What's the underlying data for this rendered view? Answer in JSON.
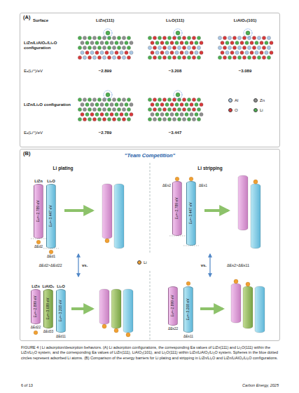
{
  "diagram": {
    "caption": "FIGURE 4 | Li adsorption/desorption behaviors. (A) Li adsorption configurations, the corresponding Ea values of LiZn(111) and Li₂O(111) within the LiZn/Li₂O system, and the corresponding Ea values of LiZn(111), LiAlO₂(101), and Li₂O(111) within LiZn/LiAlO₂/Li₂O system. Spheres in the blue dotted circles represent adsorbed Li atoms. (B) Comparison of the energy barriers for Li plating and stripping in LiZn/Li₂O and LiZn/LiAlO₂/Li₂O configurations.",
    "nodes": [
      {
        "text": [
          "(A)"
        ]
      },
      {
        "text": [
          "(B)"
        ]
      },
      {
        "text": [
          "LiZn",
          "Eₐ=−2.789 eV"
        ],
        "in": 1
      },
      {
        "text": [
          "Li₂O",
          "Eₐ=−3.447 eV"
        ],
        "in": 1
      },
      {
        "text": [
          "Eₐ=−2.789 eV"
        ],
        "in": 1
      },
      {
        "text": [
          "Eₐ=−3.447 eV"
        ],
        "in": 1
      },
      {
        "text": [
          "LiZn",
          "Eₐ=−2.899 eV"
        ],
        "in": 1
      },
      {
        "text": [
          "LiAlO₂",
          "Eₐ=−3.089 eV"
        ],
        "in": 1
      },
      {
        "text": [
          "Li₂O",
          "Eₐ=−3.208 eV"
        ],
        "in": 1
      },
      {
        "text": [
          "Eₐ=−2.899 eV"
        ],
        "in": 1
      },
      {
        "text": [
          "Eₐ=−3.208 eV"
        ],
        "in": 1
      }
    ],
    "labels": [
      "Surface",
      "LiZn(111)",
      "Li₂O(111)",
      "LiAlO₂(101)",
      "LiZn/LiAlO₂/Li₂O configuration",
      "Eₐ(Li⁺)/eV",
      "−2.899",
      "−3.208",
      "−3.089",
      "LiZn/Li₂O configuration",
      "Eₐ(Li⁺)/eV",
      "−2.789",
      "−3.447",
      "\"Team Competition\"",
      "Li plating",
      "Li stripping",
      "ΔEd2",
      "ΔEd1",
      "vs.",
      "ΔEd2>ΔEd22",
      "ΔEs2",
      "ΔEs1",
      "vs.",
      "ΔEs2>ΔEs11",
      "ΔEd22",
      "ΔEd33",
      "ΔEd11",
      "ΔEs22",
      "ΔEs11",
      "6 of 13",
      "Carbon Energy, 2025"
    ],
    "legend": [
      {
        "text": "Al",
        "color": "#a9c6e4"
      },
      {
        "text": "Zn",
        "color": "#8e8e8e"
      },
      {
        "text": "O",
        "color": "#d8393b"
      },
      {
        "text": "Li",
        "color": "#4caf50"
      },
      {
        "text": "Li",
        "color": "#f0a033"
      }
    ]
  }
}
